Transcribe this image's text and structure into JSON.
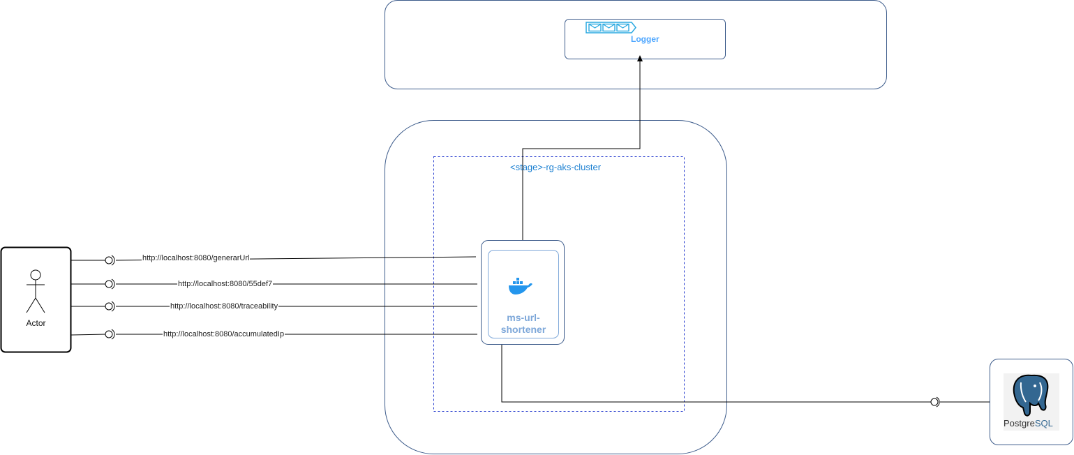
{
  "logger": {
    "label": "Logger",
    "icon": "message-queue-icon",
    "accent": "#4da6ff"
  },
  "cluster": {
    "label": "<stage>-rg-aks-cluster",
    "color": "#1a7fd1"
  },
  "service": {
    "label": "ms-url-\nshortener",
    "icon": "docker-icon",
    "color": "#7da7d9"
  },
  "actor": {
    "label": "Actor",
    "icon": "stick-figure-icon"
  },
  "database": {
    "label_main": "Postgre",
    "label_accent": "SQL",
    "icon": "postgresql-elephant-icon",
    "color": "#336791"
  },
  "endpoints": [
    {
      "url": "http://localhost:8080/generarUrl"
    },
    {
      "url": "http://localhost:8080/55def7"
    },
    {
      "url": "http://localhost:8080/traceability"
    },
    {
      "url": "http://localhost:8080/accumulatedIp"
    }
  ]
}
